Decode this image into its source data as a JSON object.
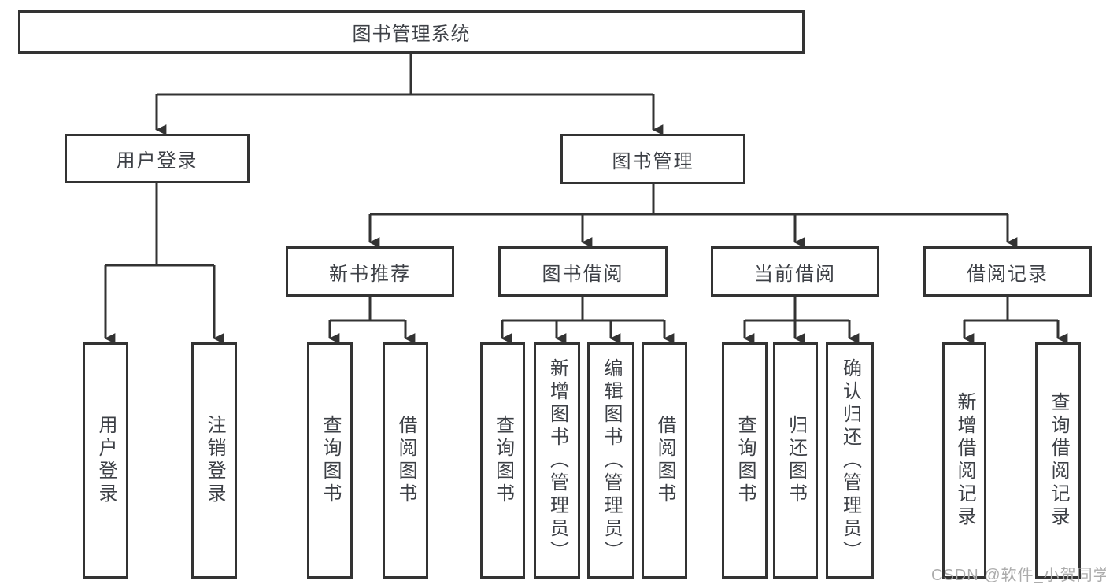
{
  "diagram": {
    "root": {
      "label": "图书管理系统"
    },
    "level2": {
      "user_login": {
        "label": "用户登录"
      },
      "book_mgmt": {
        "label": "图书管理"
      }
    },
    "level3": {
      "new_book": {
        "label": "新书推荐"
      },
      "borrow": {
        "label": "图书借阅"
      },
      "current": {
        "label": "当前借阅"
      },
      "records": {
        "label": "借阅记录"
      }
    },
    "leaves": {
      "ul_login": {
        "label": "用户登录"
      },
      "ul_logout": {
        "label": "注销登录"
      },
      "nb_query": {
        "label": "查询图书"
      },
      "nb_borrow": {
        "label": "借阅图书"
      },
      "bb_query": {
        "label": "查询图书"
      },
      "bb_add": {
        "label": "新增图书（管理员）"
      },
      "bb_edit": {
        "label": "编辑图书（管理员）"
      },
      "bb_borrow": {
        "label": "借阅图书"
      },
      "cb_query": {
        "label": "查询图书"
      },
      "cb_return": {
        "label": "归还图书"
      },
      "cb_confirm": {
        "label": "确认归还（管理员）"
      },
      "br_add": {
        "label": "新增借阅记录"
      },
      "br_query": {
        "label": "查询借阅记录"
      }
    }
  },
  "watermark": {
    "text": "CSDN @软件_小贺同学"
  },
  "colors": {
    "line": "#333333",
    "text": "#3d4046",
    "watermark": "#acacac",
    "background": "#ffffff"
  }
}
